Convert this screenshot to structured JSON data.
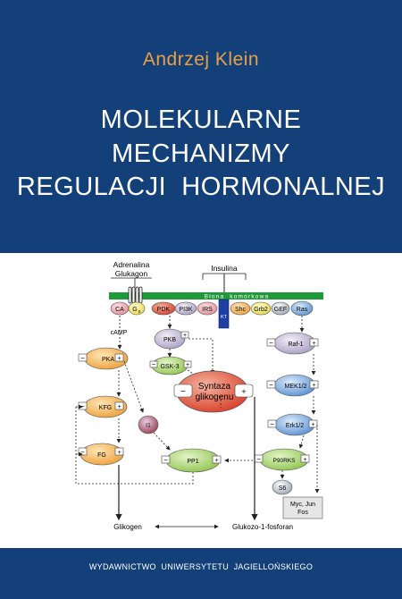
{
  "book": {
    "author": "Andrzej Klein",
    "title_lines": [
      "MOLEKULARNE",
      "MECHANIZMY",
      "REGULACJI  HORMONALNEJ"
    ],
    "publisher": "WYDAWNICTWO  UNIWERSYTETU  JAGIELLOŃSKIEGO"
  },
  "diagram": {
    "adrenalina": "Adrenalina",
    "glukagon": "Glukagon",
    "insulina": "Insulina",
    "membrane": "Błona  komórkowa",
    "ca": "CA",
    "gs": "G",
    "gs_sub": "s",
    "pdk": "PDK",
    "pi3k": "PI3K",
    "irs": "IRS",
    "kt": "KT",
    "shc": "Shc",
    "grb2": "Grb2",
    "gef": "GEF",
    "ras": "Ras",
    "camp": "cAMP",
    "pkb": "PKB",
    "pka": "PKA",
    "gsk3": "GSK-3",
    "syntaza1": "Syntaza",
    "syntaza2": "glikogenu",
    "raf1": "Raf-1",
    "mek": "MEK1/2",
    "kfg": "KFG",
    "erk": "Erk1/2",
    "i1": "I1",
    "fg": "FG",
    "pp1": "PP1",
    "p90rks": "P90RKS",
    "s6": "S6",
    "myc1": "Myc, Jun",
    "myc2": "Fos",
    "glikogen": "Glikogen",
    "glukozo": "Glukozo-1-fosforan",
    "minus": "−",
    "plus": "+"
  },
  "colors": {
    "background": "#14407a",
    "author": "#e8a046",
    "membrane": "#1f9a3a"
  }
}
